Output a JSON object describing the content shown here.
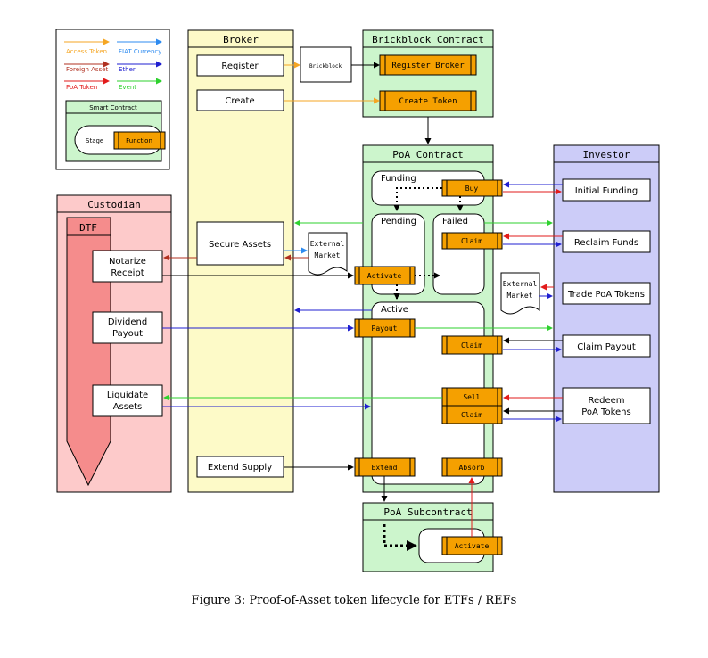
{
  "legend": {
    "access_token": "Access Token",
    "fiat_currency": "FIAT Currency",
    "foreign_asset": "Foreign Asset",
    "ether": "Ether",
    "poa_token": "PoA Token",
    "event": "Event",
    "smart_contract": "Smart Contract",
    "stage": "Stage",
    "function": "Function"
  },
  "colors": {
    "access_token": "#f5a623",
    "fiat_currency": "#2e8bf0",
    "foreign_asset": "#b03020",
    "ether": "#1f1fd0",
    "poa_token": "#e21b1b",
    "event": "#2ed12e",
    "contract_fill": "#ccf5cc",
    "broker_fill": "#fdfac8",
    "custodian_fill": "#fdcaca",
    "investor_fill": "#ccccf8",
    "function_fill": "#f5a000"
  },
  "broker": {
    "title": "Broker",
    "register": "Register",
    "create": "Create",
    "secure_assets": "Secure Assets",
    "extend_supply": "Extend Supply"
  },
  "brickblock": {
    "title": "Brickblock Contract",
    "small_box": "Brickblock",
    "register_broker": "Register Broker",
    "create_token": "Create Token"
  },
  "poa": {
    "title": "PoA Contract",
    "funding": "Funding",
    "buy": "Buy",
    "pending": "Pending",
    "failed": "Failed",
    "claim_failed": "Claim",
    "activate": "Activate",
    "active": "Active",
    "payout": "Payout",
    "claim_active": "Claim",
    "sell": "Sell",
    "claim_redeem": "Claim",
    "extend": "Extend",
    "absorb": "Absorb"
  },
  "subcontract": {
    "title": "PoA Subcontract",
    "activate": "Activate"
  },
  "custodian": {
    "title": "Custodian",
    "dtf": "DTF",
    "notarize_1": "Notarize",
    "notarize_2": "Receipt",
    "dividend_1": "Dividend",
    "dividend_2": "Payout",
    "liquidate_1": "Liquidate",
    "liquidate_2": "Assets"
  },
  "external_market": {
    "line1": "External",
    "line2": "Market"
  },
  "investor": {
    "title": "Investor",
    "initial_funding": "Initial Funding",
    "reclaim_funds": "Reclaim Funds",
    "trade_poa": "Trade PoA Tokens",
    "claim_payout": "Claim Payout",
    "redeem_1": "Redeem",
    "redeem_2": "PoA Tokens"
  },
  "caption": "Figure 3: Proof-of-Asset token lifecycle for ETFs / REFs"
}
